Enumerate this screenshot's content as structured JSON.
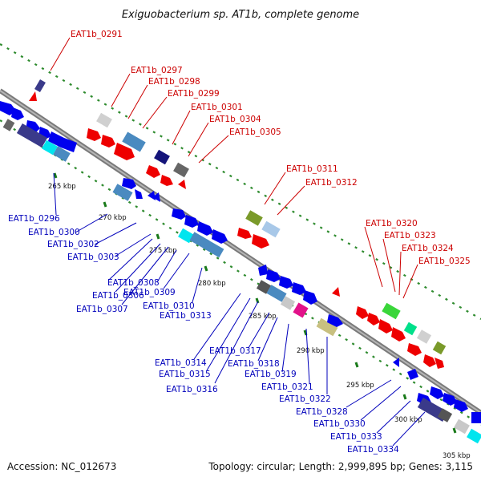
{
  "title": "Exiguobacterium sp. AT1b, complete genome",
  "footer": {
    "accession": "Accession: NC_012673",
    "summary": "Topology: circular; Length: 2,999,895 bp; Genes: 3,115"
  },
  "colors": {
    "backbone": "#8f8f8f",
    "top_labels": "#cc0000",
    "bottom_labels": "#0000bb",
    "tick_dots": "#2e8b2e"
  },
  "ticks": [
    "265 kbp",
    "270 kbp",
    "275 kbp",
    "280 kbp",
    "285 kbp",
    "290 kbp",
    "295 kbp",
    "300 kbp",
    "305 kbp"
  ],
  "top_labels": [
    "EAT1b_0291",
    "EAT1b_0297",
    "EAT1b_0298",
    "EAT1b_0299",
    "EAT1b_0301",
    "EAT1b_0304",
    "EAT1b_0305",
    "EAT1b_0311",
    "EAT1b_0312",
    "EAT1b_0320",
    "EAT1b_0323",
    "EAT1b_0324",
    "EAT1b_0325"
  ],
  "bottom_labels": [
    "EAT1b_0296",
    "EAT1b_0300",
    "EAT1b_0302",
    "EAT1b_0303",
    "EAT1b_0308",
    "EAT1b_0306",
    "EAT1b_0309",
    "EAT1b_0307",
    "EAT1b_0310",
    "EAT1b_0313",
    "EAT1b_0314",
    "EAT1b_0317",
    "EAT1b_0315",
    "EAT1b_0318",
    "EAT1b_0316",
    "EAT1b_0319",
    "EAT1b_0321",
    "EAT1b_0322",
    "EAT1b_0328",
    "EAT1b_0330",
    "EAT1b_0333",
    "EAT1b_0334"
  ]
}
